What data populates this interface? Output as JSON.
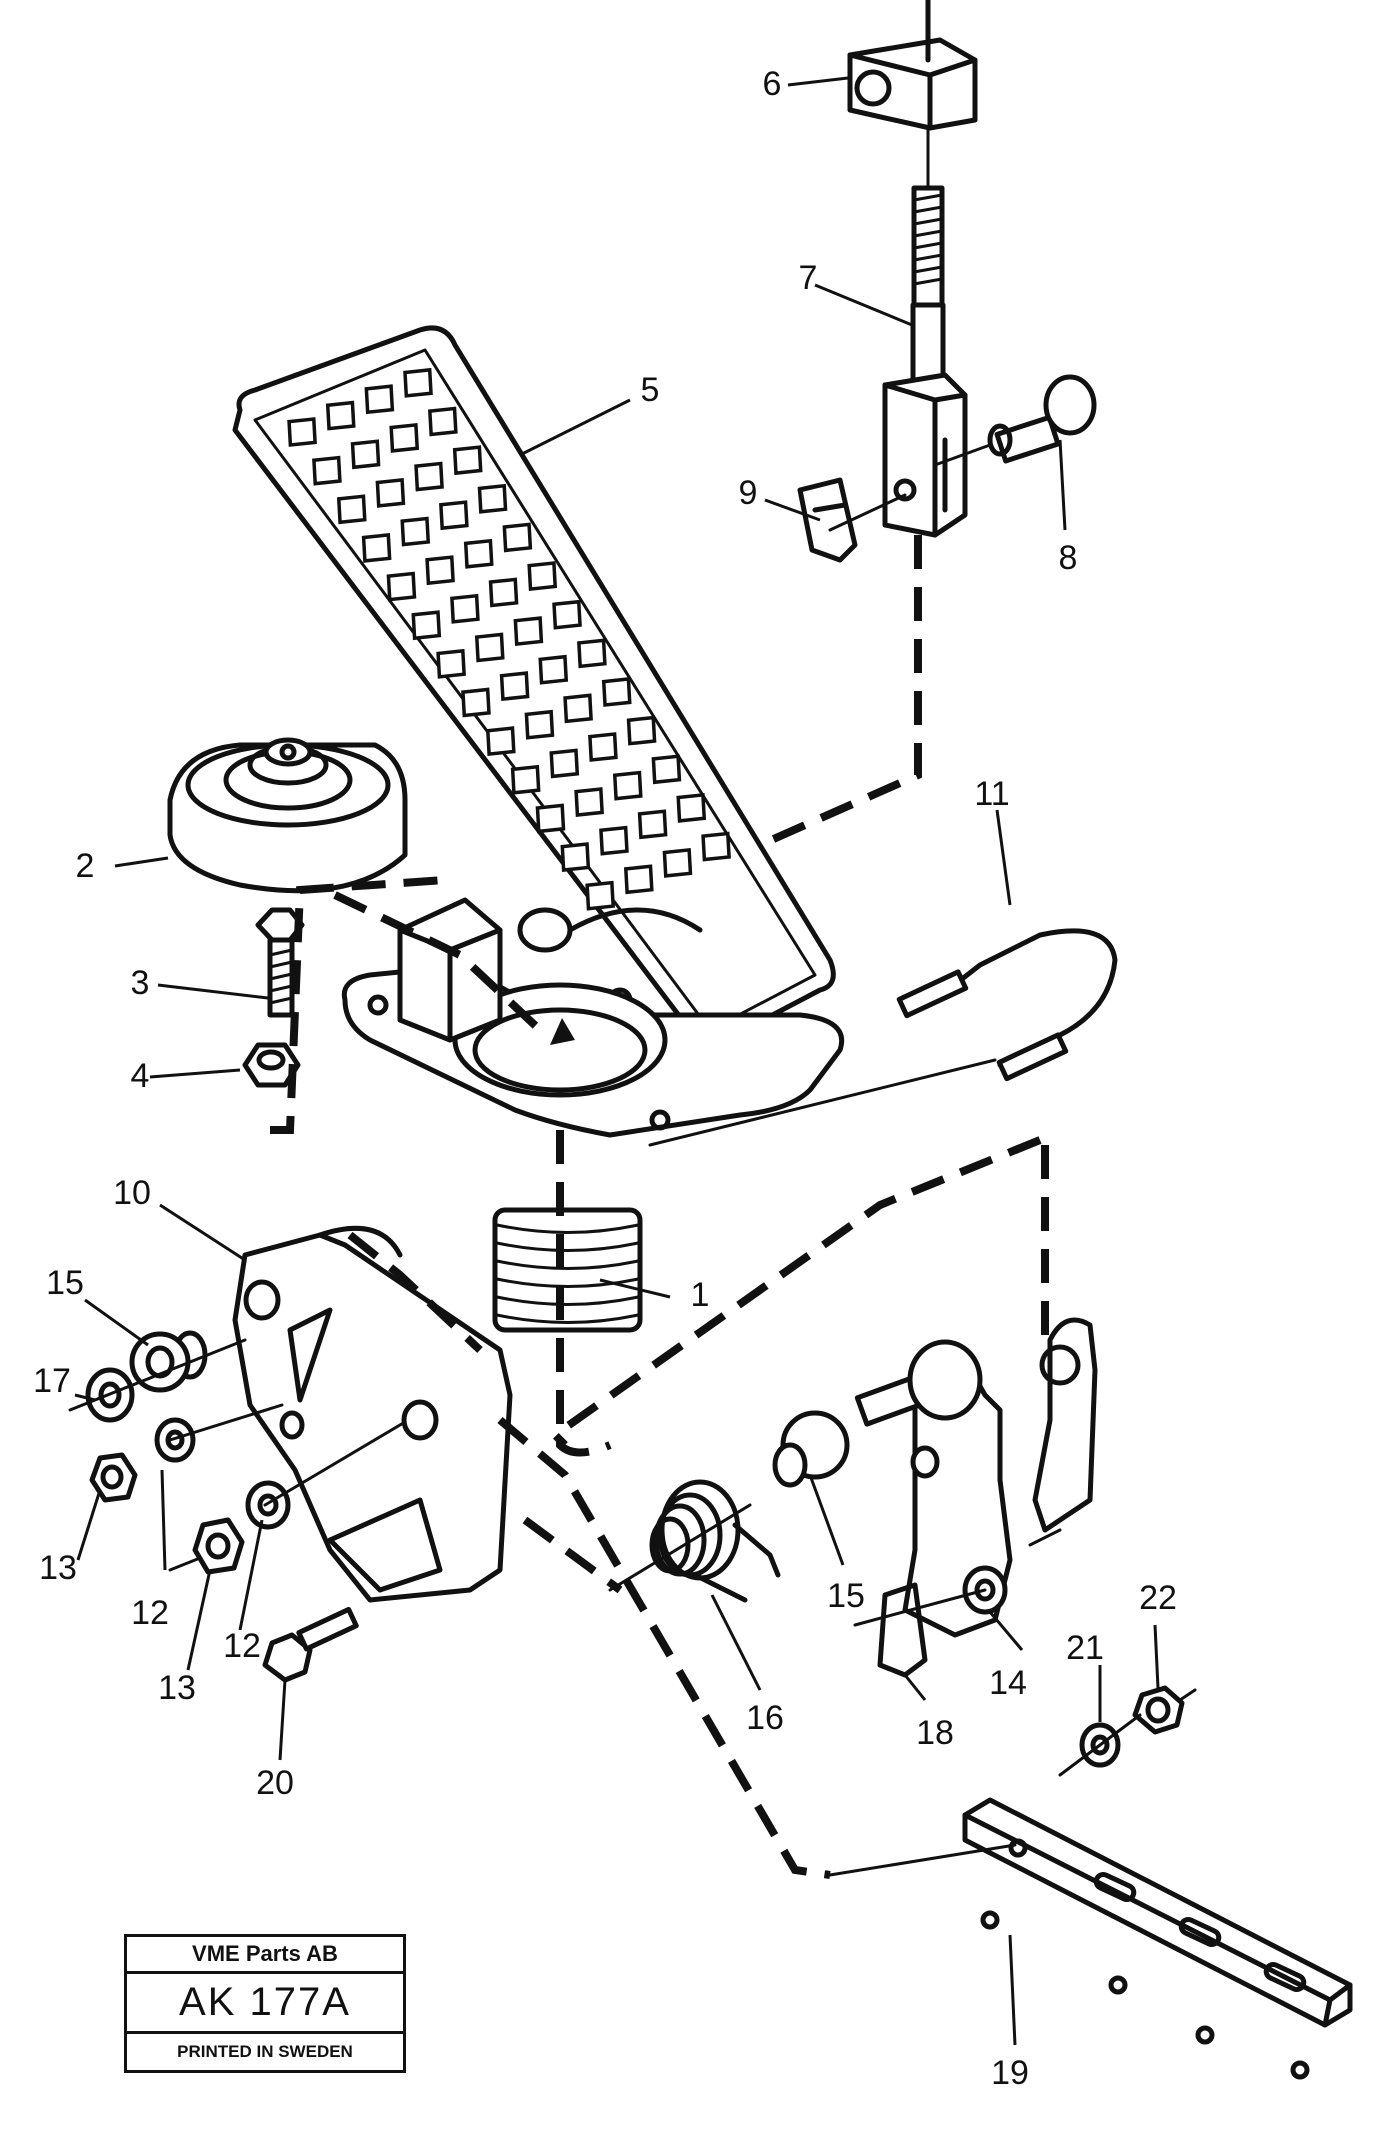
{
  "parts": [
    {
      "id": "label-1",
      "text": "1"
    },
    {
      "id": "label-2",
      "text": "2"
    },
    {
      "id": "label-3",
      "text": "3"
    },
    {
      "id": "label-4",
      "text": "4"
    },
    {
      "id": "label-5",
      "text": "5"
    },
    {
      "id": "label-6",
      "text": "6"
    },
    {
      "id": "label-7",
      "text": "7"
    },
    {
      "id": "label-8",
      "text": "8"
    },
    {
      "id": "label-9",
      "text": "9"
    },
    {
      "id": "label-10",
      "text": "10"
    },
    {
      "id": "label-11",
      "text": "11"
    },
    {
      "id": "label-12a",
      "text": "12"
    },
    {
      "id": "label-12b",
      "text": "12"
    },
    {
      "id": "label-13a",
      "text": "13"
    },
    {
      "id": "label-13b",
      "text": "13"
    },
    {
      "id": "label-14",
      "text": "14"
    },
    {
      "id": "label-15a",
      "text": "15"
    },
    {
      "id": "label-15b",
      "text": "15"
    },
    {
      "id": "label-16",
      "text": "16"
    },
    {
      "id": "label-17",
      "text": "17"
    },
    {
      "id": "label-18",
      "text": "18"
    },
    {
      "id": "label-19",
      "text": "19"
    },
    {
      "id": "label-20",
      "text": "20"
    },
    {
      "id": "label-21",
      "text": "21"
    },
    {
      "id": "label-22",
      "text": "22"
    }
  ],
  "stamp": {
    "company": "VME Parts AB",
    "code": "AK 177A",
    "printed": "PRINTED IN SWEDEN"
  }
}
